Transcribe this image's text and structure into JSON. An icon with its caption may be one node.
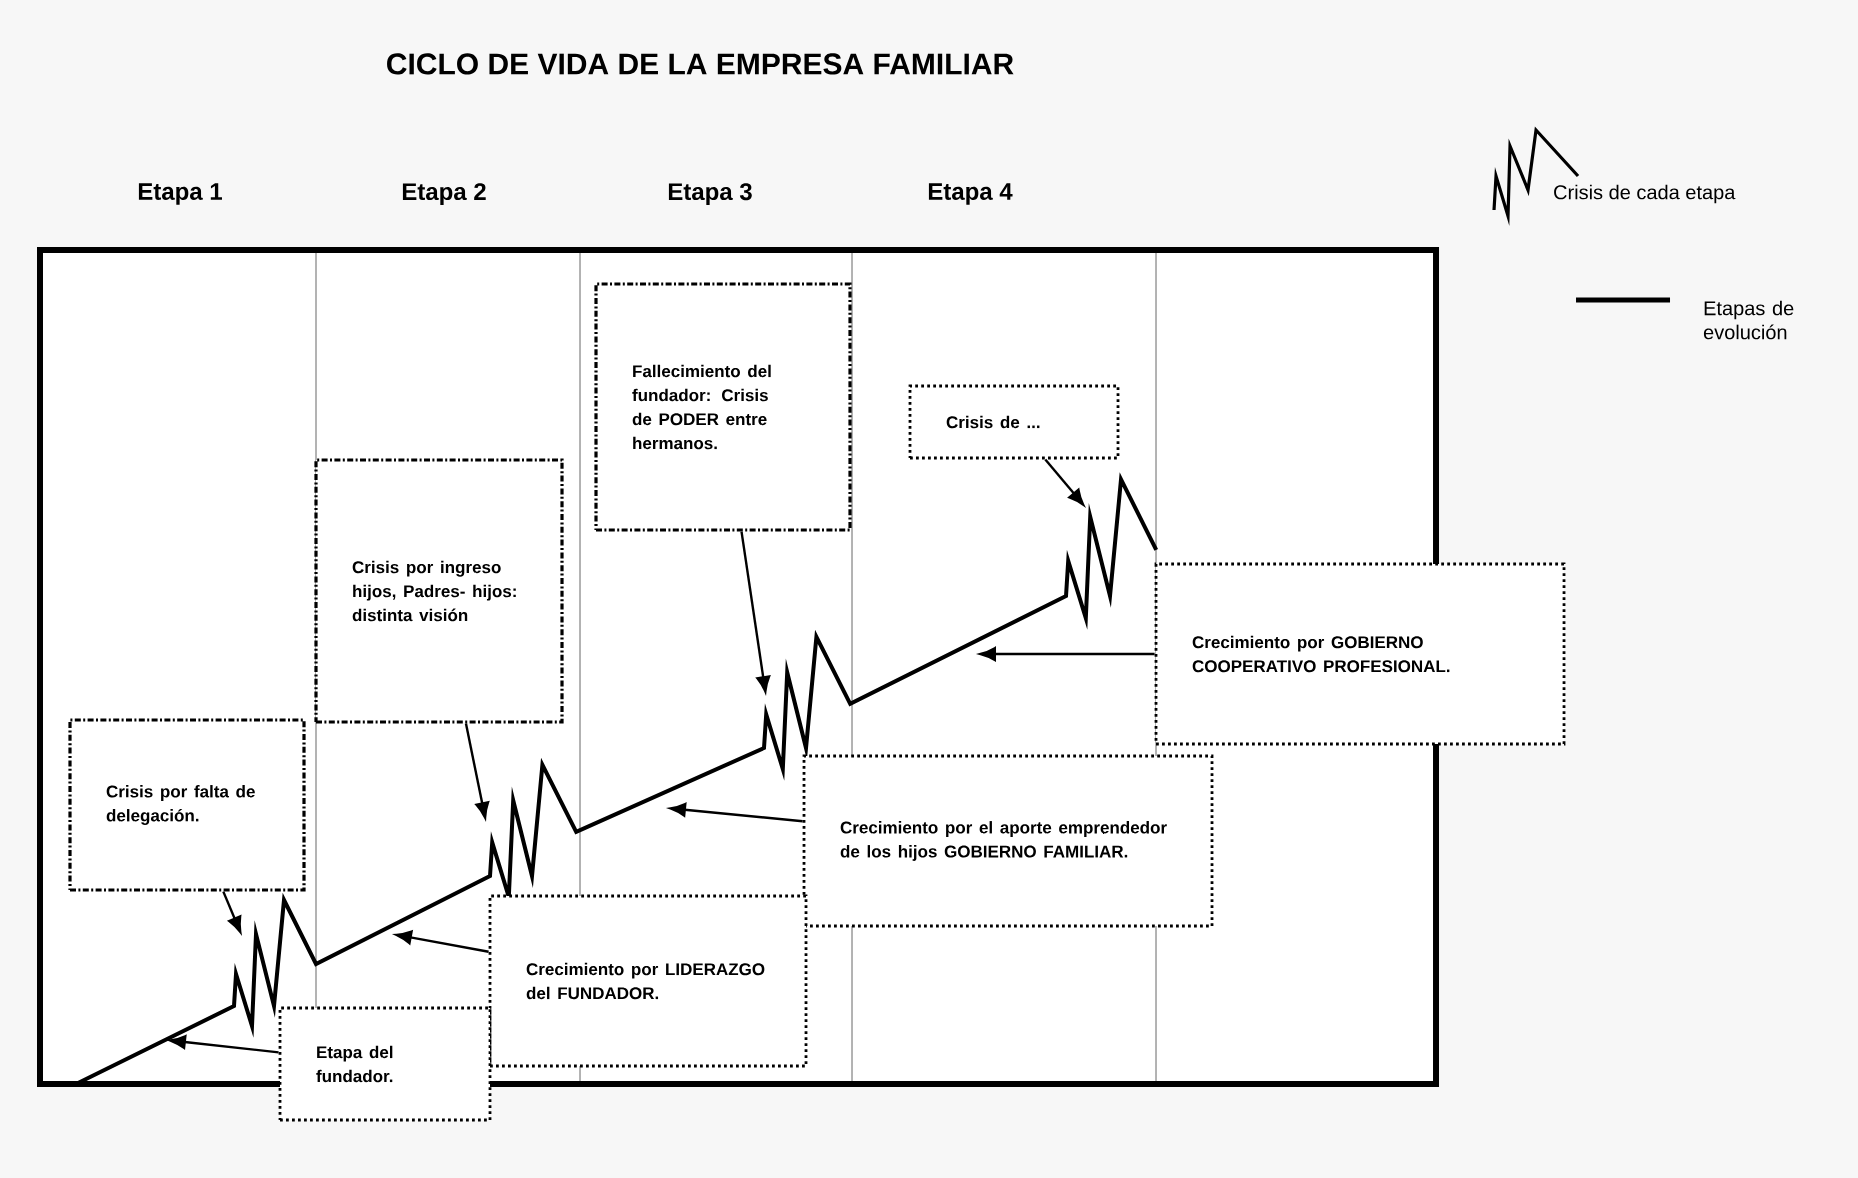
{
  "diagram": {
    "title": "CICLO DE VIDA DE LA EMPRESA FAMILIAR",
    "nodes": [
      {
        "text": [
          "Fallecimiento del fundador: Crisis de PODER entre hermanos."
        ]
      },
      {
        "text": [
          "Crisis de ..."
        ]
      },
      {
        "text": [
          "Crisis por ingreso hijos, Padres- hijos: distinta visión"
        ]
      },
      {
        "text": [
          "Crecimiento por GOBIERNO COOPERATIVO PROFESIONAL."
        ]
      },
      {
        "text": [
          "Crisis por falta de delegación."
        ]
      },
      {
        "text": [
          "Crecimiento por el aporte emprendedor de los hijos GOBIERNO FAMILIAR."
        ]
      },
      {
        "text": [
          "Crecimiento por LIDERAZGO del FUNDADOR."
        ]
      },
      {
        "text": [
          "Etapa del fundador."
        ]
      }
    ],
    "edges": [
      {
        "from": 0,
        "to": null,
        "arrow": "to"
      },
      {
        "from": 1,
        "to": null,
        "arrow": "to"
      },
      {
        "from": 2,
        "to": null,
        "arrow": "to"
      },
      {
        "from": 3,
        "to": null,
        "arrow": "to"
      },
      {
        "from": 4,
        "to": null,
        "arrow": "to"
      },
      {
        "from": 5,
        "to": null,
        "arrow": "to"
      },
      {
        "from": 6,
        "to": null,
        "arrow": "to"
      },
      {
        "from": 7,
        "to": null,
        "arrow": "to"
      }
    ],
    "labels": [
      "Etapa 1",
      "Etapa 2",
      "Etapa 3",
      "Etapa 4"
    ],
    "legend": [
      {
        "text": "Crisis de cada etapa"
      },
      {
        "text": "Etapas de evolución"
      }
    ]
  }
}
